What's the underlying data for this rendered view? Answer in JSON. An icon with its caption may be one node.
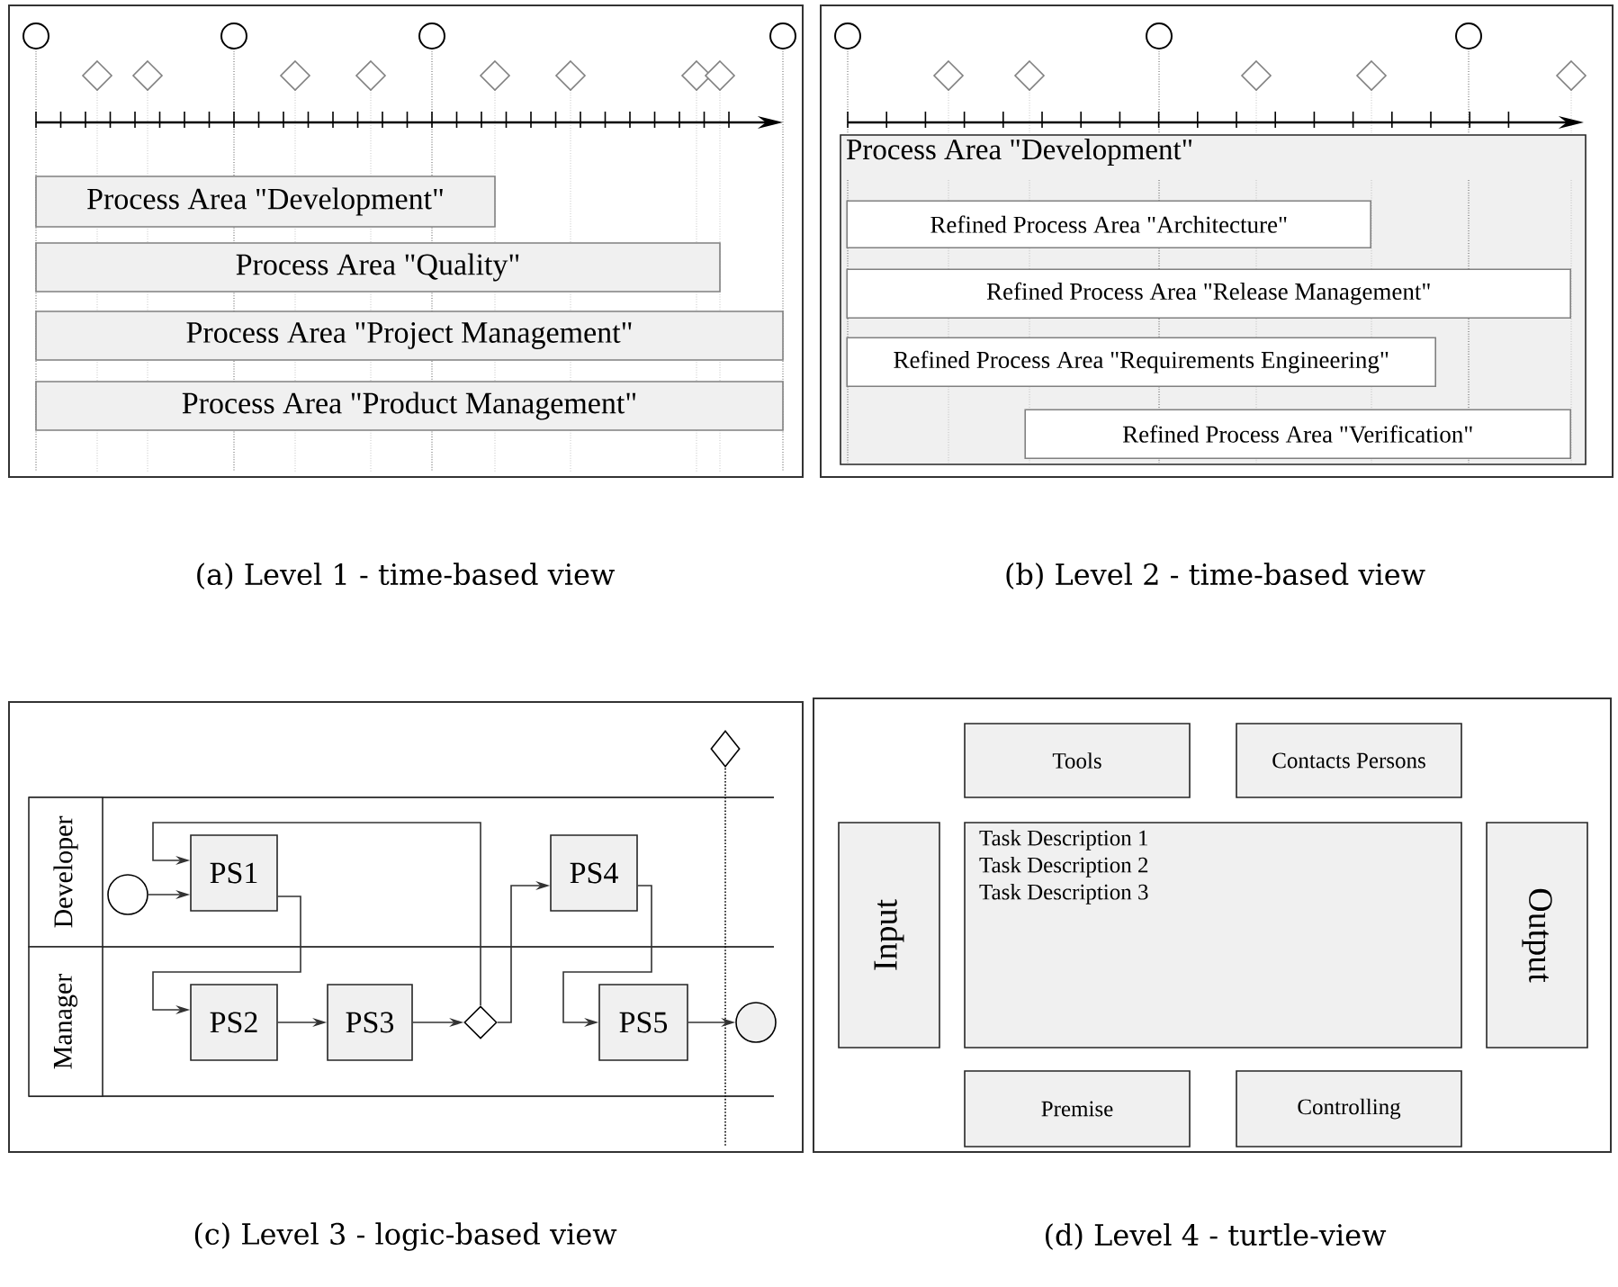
{
  "diagram": {
    "nodes": [
      {
        "text": [
          "Process Area \"Development\""
        ]
      },
      {
        "text": [
          "Process Area \"Quality\""
        ]
      },
      {
        "text": [
          "Process Area \"Project Management\""
        ]
      },
      {
        "text": [
          "Process Area \"Product Management\""
        ]
      },
      {
        "text": [
          "Process Area \"Development\""
        ]
      },
      {
        "text": [
          "Refined Process Area \"Architecture\""
        ],
        "in": 4
      },
      {
        "text": [
          "Refined Process Area \"Release Management\""
        ],
        "in": 4
      },
      {
        "text": [
          "Refined Process Area \"Requirements Engineering\""
        ],
        "in": 4
      },
      {
        "text": [
          "Refined Process Area \"Verification\""
        ],
        "in": 4
      },
      {
        "text": [
          "Developer"
        ]
      },
      {
        "text": [
          "Manager"
        ]
      },
      {
        "text": [],
        "shape": "circle"
      },
      {
        "text": [
          "PS1"
        ]
      },
      {
        "text": [
          "PS2"
        ]
      },
      {
        "text": [
          "PS3"
        ]
      },
      {
        "text": [],
        "shape": "diamond"
      },
      {
        "text": [
          "PS4"
        ]
      },
      {
        "text": [
          "PS5"
        ]
      },
      {
        "text": [],
        "shape": "circle"
      },
      {
        "text": [
          "Tools"
        ]
      },
      {
        "text": [
          "Contacts Persons"
        ]
      },
      {
        "text": [
          "Input"
        ]
      },
      {
        "text": [
          "Task Description 1",
          "Task Description 2",
          "Task Description 3"
        ]
      },
      {
        "text": [
          "Output"
        ]
      },
      {
        "text": [
          "Premise"
        ]
      },
      {
        "text": [
          "Controlling"
        ]
      },
      {
        "text": [],
        "shape": "diamond"
      }
    ],
    "edges": [
      {
        "from": 11,
        "to": 12,
        "arrow": "to"
      },
      {
        "from": 12,
        "to": 13,
        "arrow": "to"
      },
      {
        "from": 13,
        "to": 14,
        "arrow": "to"
      },
      {
        "from": 14,
        "to": 15,
        "arrow": "to"
      },
      {
        "from": 15,
        "to": 16,
        "arrow": "to"
      },
      {
        "from": 15,
        "to": 12,
        "arrow": "to"
      },
      {
        "from": 16,
        "to": 17,
        "arrow": "to"
      },
      {
        "from": 17,
        "to": 18,
        "arrow": "to"
      }
    ],
    "labels": [
      "(a) Level 1 - time-based view",
      "(b) Level 2 - time-based view",
      "(c) Level 3 - logic-based view",
      "(d) Level 4 - turtle-view"
    ]
  }
}
